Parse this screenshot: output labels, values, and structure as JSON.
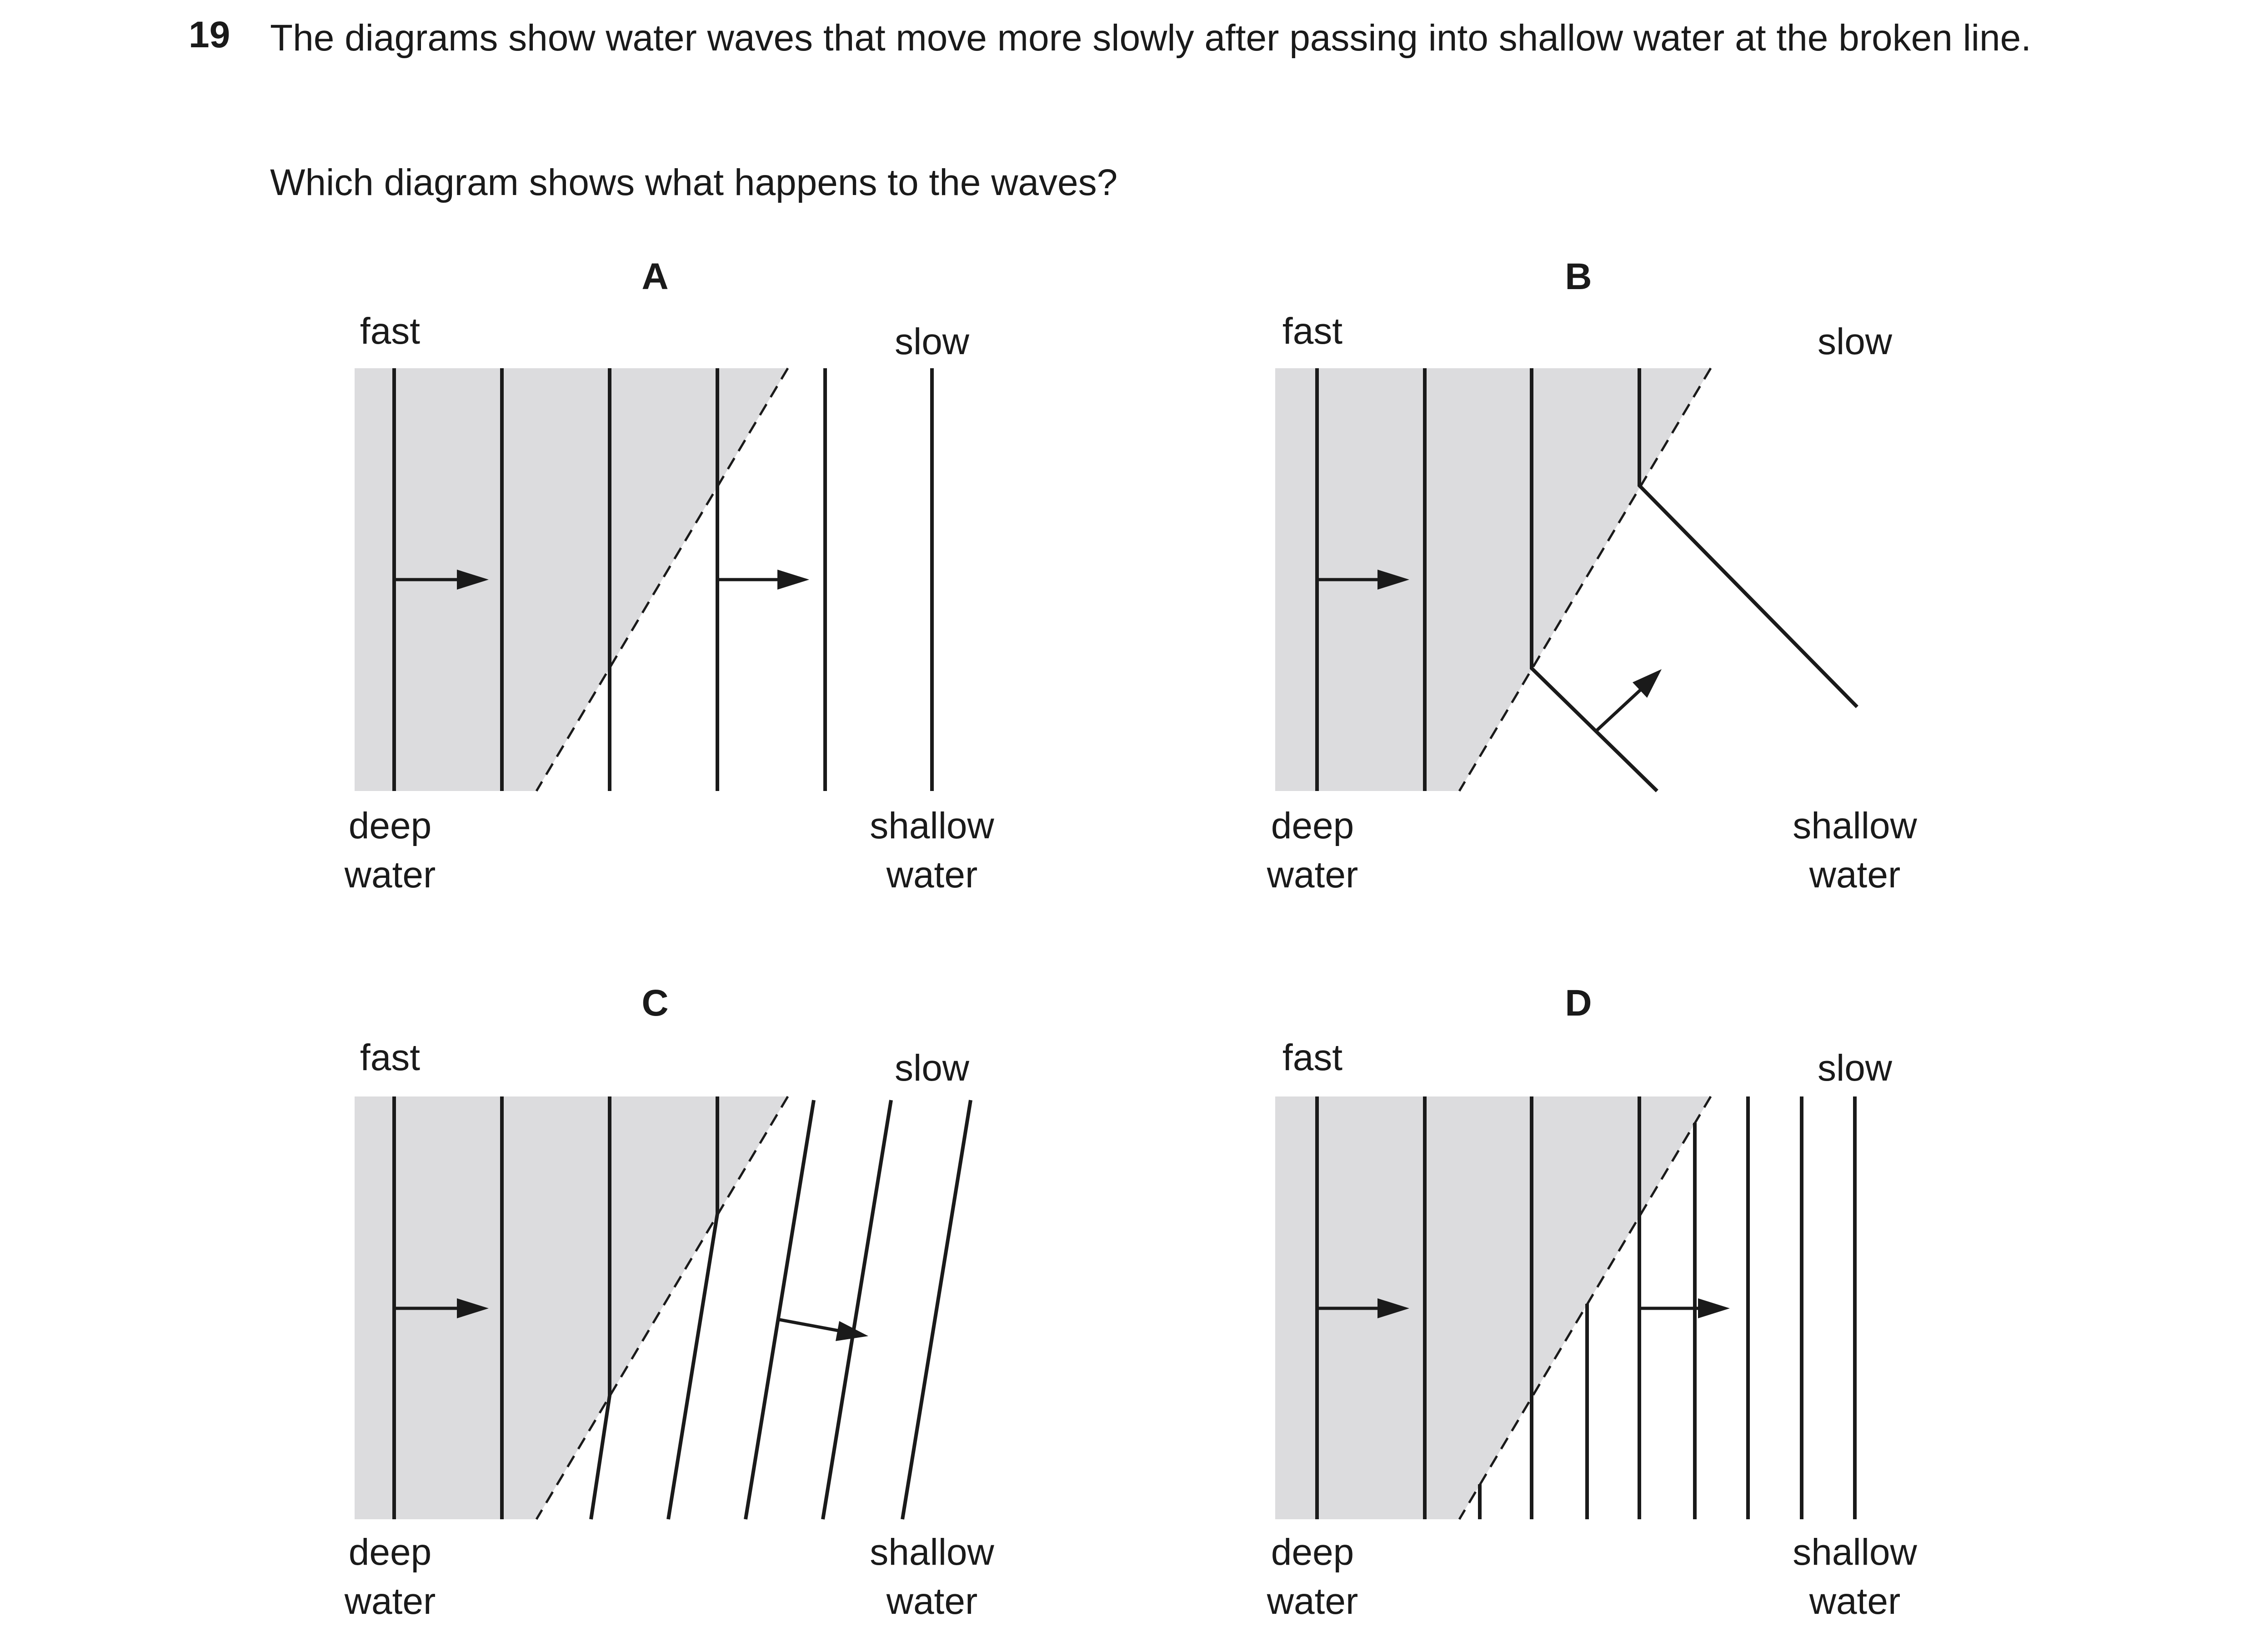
{
  "question": {
    "number": "19",
    "text": "The diagrams show water waves that move more slowly after passing into shallow water at the broken line.",
    "ask": "Which diagram shows what happens to the waves?"
  },
  "diagrams": [
    {
      "letter": "A",
      "fast": "fast",
      "slow": "slow",
      "deep_1": "deep",
      "deep_2": "water",
      "shallow_1": "shallow",
      "shallow_2": "water"
    },
    {
      "letter": "B",
      "fast": "fast",
      "slow": "slow",
      "deep_1": "deep",
      "deep_2": "water",
      "shallow_1": "shallow",
      "shallow_2": "water"
    },
    {
      "letter": "C",
      "fast": "fast",
      "slow": "slow",
      "deep_1": "deep",
      "deep_2": "water",
      "shallow_1": "shallow",
      "shallow_2": "water"
    },
    {
      "letter": "D",
      "fast": "fast",
      "slow": "slow",
      "deep_1": "deep",
      "deep_2": "water",
      "shallow_1": "shallow",
      "shallow_2": "water"
    }
  ],
  "colors": {
    "deep_water_fill": "#dcdcde",
    "ink": "#1a1a1a"
  }
}
